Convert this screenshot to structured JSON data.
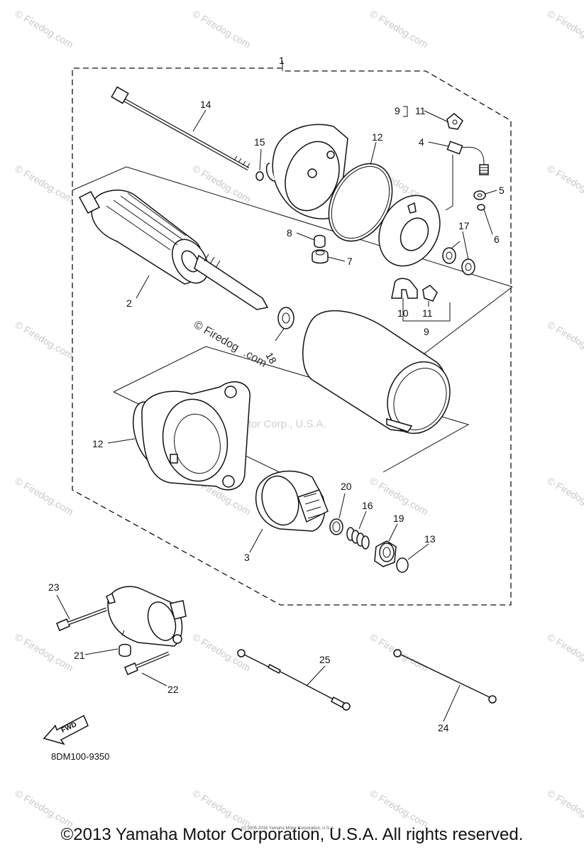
{
  "diagram": {
    "part_numbers": {
      "p1": "1",
      "p2": "2",
      "p3": "3",
      "p4": "4",
      "p5": "5",
      "p6": "6",
      "p7": "7",
      "p8": "8",
      "p9a": "9",
      "p9b": "9",
      "p10": "10",
      "p11a": "11",
      "p11b": "11",
      "p12a": "12",
      "p12b": "12",
      "p13": "13",
      "p14": "14",
      "p15": "15",
      "p16": "16",
      "p17": "17",
      "p18": "18",
      "p19": "19",
      "p20": "20",
      "p21": "21",
      "p22": "22",
      "p23": "23",
      "p24": "24",
      "p25": "25"
    },
    "fwd_label": "FWD",
    "diagram_code": "8DM100-9350",
    "watermark": "© Firedog.com",
    "watermark_center": "Yamaha Motor Corp., U.S.A.",
    "watermark_inline_a": "© Firedog",
    "watermark_inline_b": ".com",
    "small_copyright": "(c) 2005-2016 Yamaha Motor Corporation, U.S.A."
  },
  "footer": {
    "copyright": "©2013 Yamaha Motor Corporation, U.S.A. All rights reserved."
  }
}
